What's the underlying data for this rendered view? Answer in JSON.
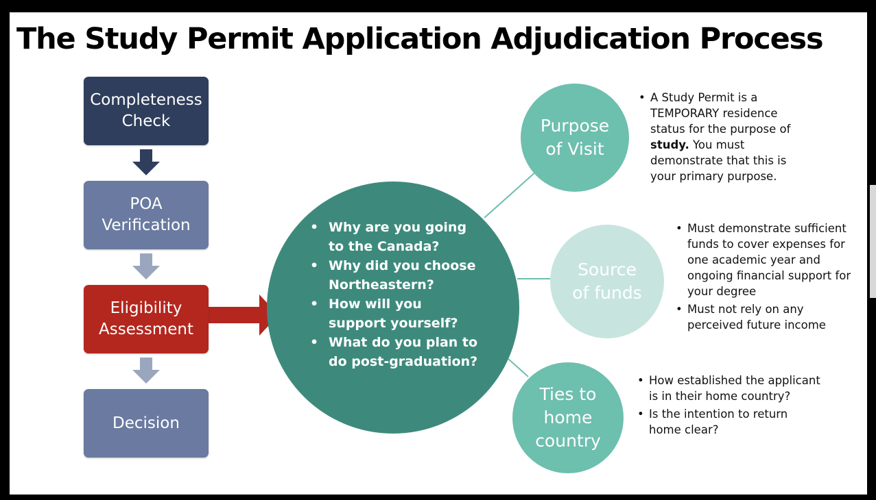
{
  "title": "The Study Permit Application Adjudication Process",
  "steps": [
    {
      "label": "Completeness\nCheck"
    },
    {
      "label": "POA\nVerification"
    },
    {
      "label": "Eligibility\nAssessment"
    },
    {
      "label": "Decision"
    }
  ],
  "center_questions": [
    " Why are you going to the Canada?",
    "Why did you choose Northeastern?",
    "How will you support yourself?",
    "What do you plan to do post-graduation?"
  ],
  "factors": {
    "purpose": {
      "label": "Purpose\nof Visit",
      "bullet_1_pre": "A Study Permit is a TEMPORARY residence status for the purpose of ",
      "bullet_1_bold": "study.",
      "bullet_1_post": " You must demonstrate that this is your primary purpose."
    },
    "funds": {
      "label": "Source\nof funds",
      "bullets": [
        "Must demonstrate sufficient funds to cover expenses for one academic year and ongoing financial support for your degree",
        "Must not rely on any perceived future income"
      ]
    },
    "ties": {
      "label": "Ties to\nhome\ncountry",
      "bullets": [
        "How established the applicant is in their home country?",
        "Is the intention to return home clear?"
      ]
    }
  },
  "colors": {
    "dark_navy": "#2f3e5c",
    "slate_blue": "#6a7aa0",
    "red": "#b3271f",
    "teal_dark": "#3d8a7c",
    "teal_light": "#6dbfae",
    "teal_pale": "#c7e5de",
    "arrow_gray": "#9aa6bd"
  }
}
